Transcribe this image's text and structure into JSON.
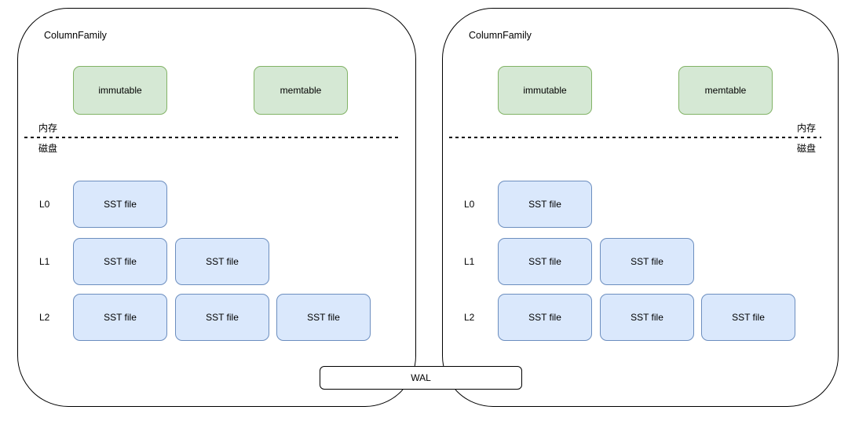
{
  "colors": {
    "canvas_bg": "#ffffff",
    "container_border": "#000000",
    "memory_box_fill": "#d5e8d4",
    "memory_box_border": "#82b366",
    "sst_box_fill": "#dae8fc",
    "sst_box_border": "#6c8ebf",
    "text": "#000000"
  },
  "diagram": {
    "wal_label": "WAL",
    "panels": [
      {
        "title": "ColumnFamily",
        "memory_zone_label": "内存",
        "disk_zone_label": "磁盘",
        "memory_boxes": [
          "immutable",
          "memtable"
        ],
        "levels": [
          {
            "label": "L0",
            "files": [
              "SST file"
            ]
          },
          {
            "label": "L1",
            "files": [
              "SST file",
              "SST file"
            ]
          },
          {
            "label": "L2",
            "files": [
              "SST file",
              "SST file",
              "SST file"
            ]
          }
        ],
        "zone_labels_side": "left"
      },
      {
        "title": "ColumnFamily",
        "memory_zone_label": "内存",
        "disk_zone_label": "磁盘",
        "memory_boxes": [
          "immutable",
          "memtable"
        ],
        "levels": [
          {
            "label": "L0",
            "files": [
              "SST file"
            ]
          },
          {
            "label": "L1",
            "files": [
              "SST file",
              "SST file"
            ]
          },
          {
            "label": "L2",
            "files": [
              "SST file",
              "SST file",
              "SST file"
            ]
          }
        ],
        "zone_labels_side": "right"
      }
    ]
  }
}
